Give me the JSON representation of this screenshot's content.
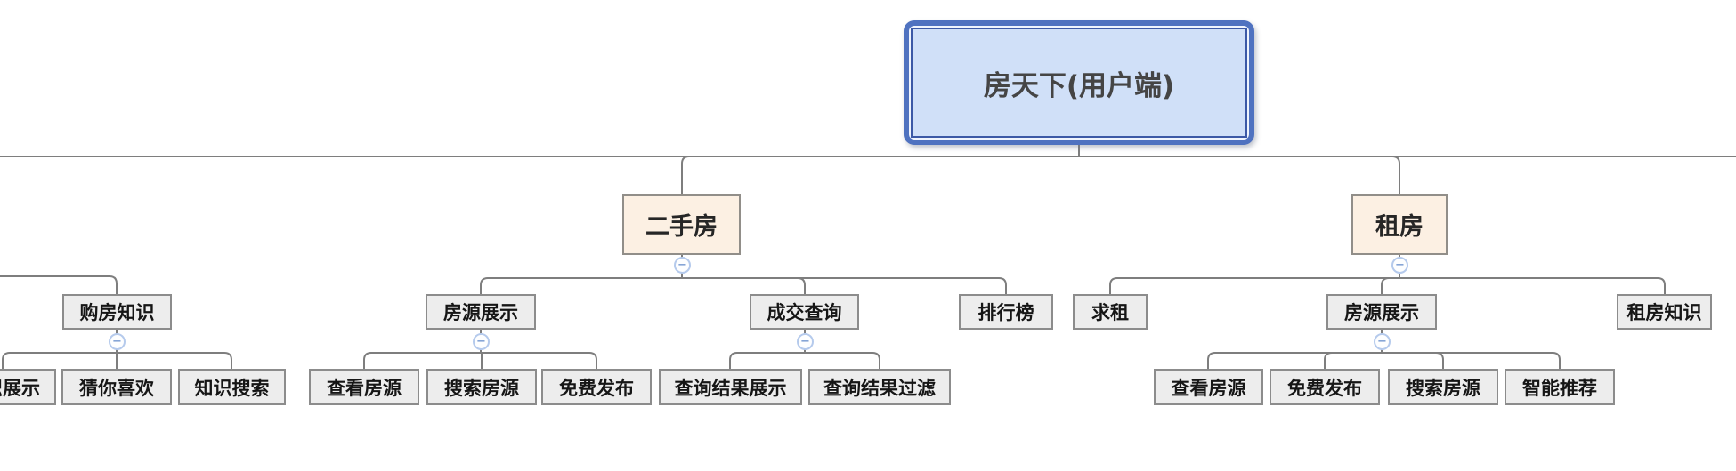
{
  "diagram": {
    "type": "mind-map-org-chart",
    "colors": {
      "root_fill": "#d0e0f8",
      "root_border": "#4f72c0",
      "root_inner_border": "#3c59a6",
      "branch_fill": "#fcf0e3",
      "node_fill": "#ededed",
      "node_border": "#8c8c8c",
      "connector_line": "#7e7e7e",
      "collapse_border": "#b5caec",
      "collapse_glyph_color": "#7fa0d4"
    }
  },
  "icons": {
    "collapse": "−"
  },
  "tree": {
    "root": {
      "label": "房天下(用户端)"
    },
    "clipped_left_branch": {
      "note": "parent node off-screen to the left",
      "children": [
        {
          "label": "购房知识",
          "children": [
            {
              "label": "知识展示",
              "clipped": true
            },
            {
              "label": "猜你喜欢"
            },
            {
              "label": "知识搜索"
            }
          ]
        }
      ]
    },
    "branches": [
      {
        "label": "二手房",
        "children": [
          {
            "label": "房源展示",
            "children": [
              {
                "label": "查看房源"
              },
              {
                "label": "搜索房源"
              },
              {
                "label": "免费发布"
              }
            ]
          },
          {
            "label": "成交查询",
            "children": [
              {
                "label": "查询结果展示"
              },
              {
                "label": "查询结果过滤"
              }
            ]
          },
          {
            "label": "排行榜"
          }
        ]
      },
      {
        "label": "租房",
        "children": [
          {
            "label": "求租"
          },
          {
            "label": "房源展示",
            "children": [
              {
                "label": "查看房源"
              },
              {
                "label": "免费发布"
              },
              {
                "label": "搜索房源"
              },
              {
                "label": "智能推荐"
              }
            ]
          },
          {
            "label": "租房知识"
          }
        ]
      }
    ]
  }
}
